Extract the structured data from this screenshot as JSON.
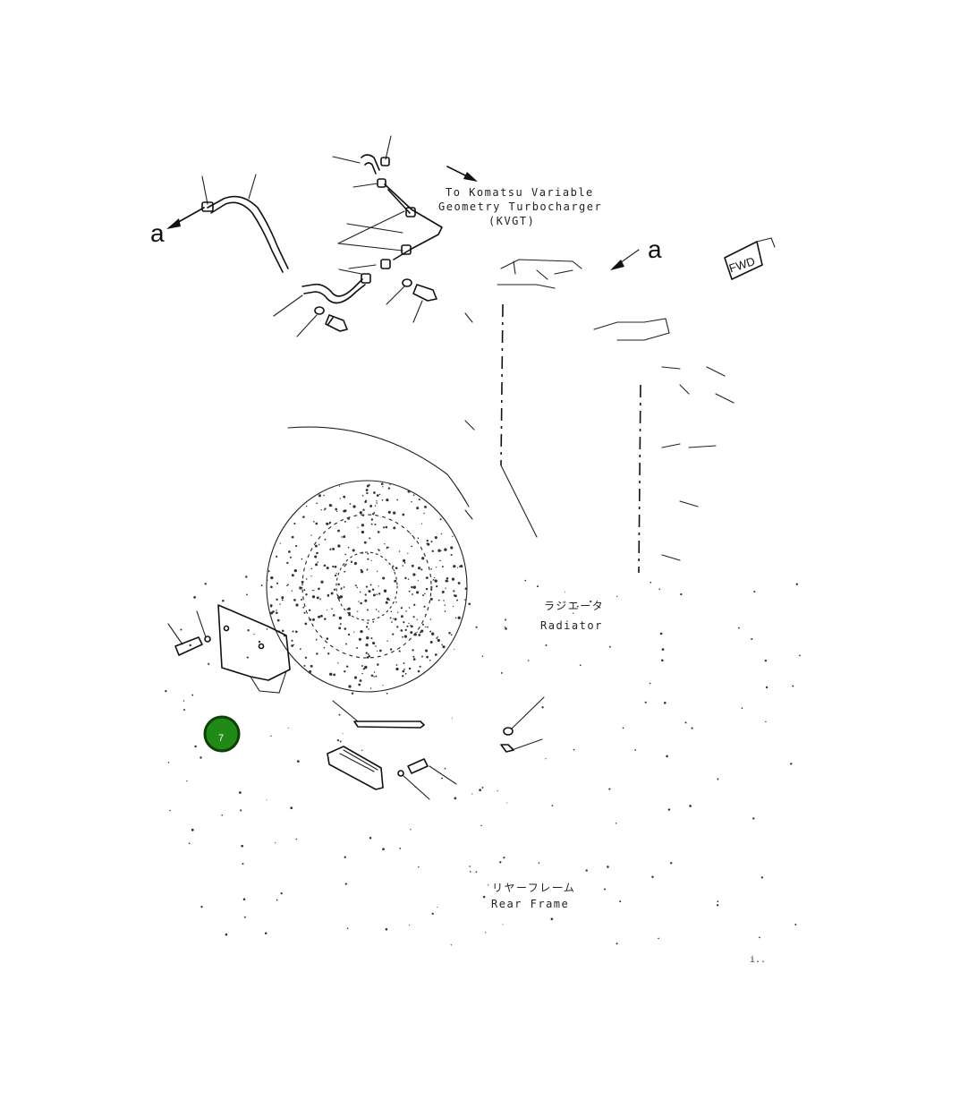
{
  "labels": {
    "arrow_a_left": "a",
    "arrow_a_right": "a",
    "turbo_line1": "To Komatsu Variable",
    "turbo_line2": "Geometry Turbocharger",
    "turbo_line3": "(KVGT)",
    "radiator_jp": "ラジエータ",
    "radiator_en": "Radiator",
    "rear_frame_jp": "リヤーフレーム",
    "rear_frame_en": "Rear Frame",
    "fwd": "FWD",
    "corner_mark": "i.."
  },
  "hotspot": {
    "number": "7",
    "color": "#1f8a16"
  }
}
